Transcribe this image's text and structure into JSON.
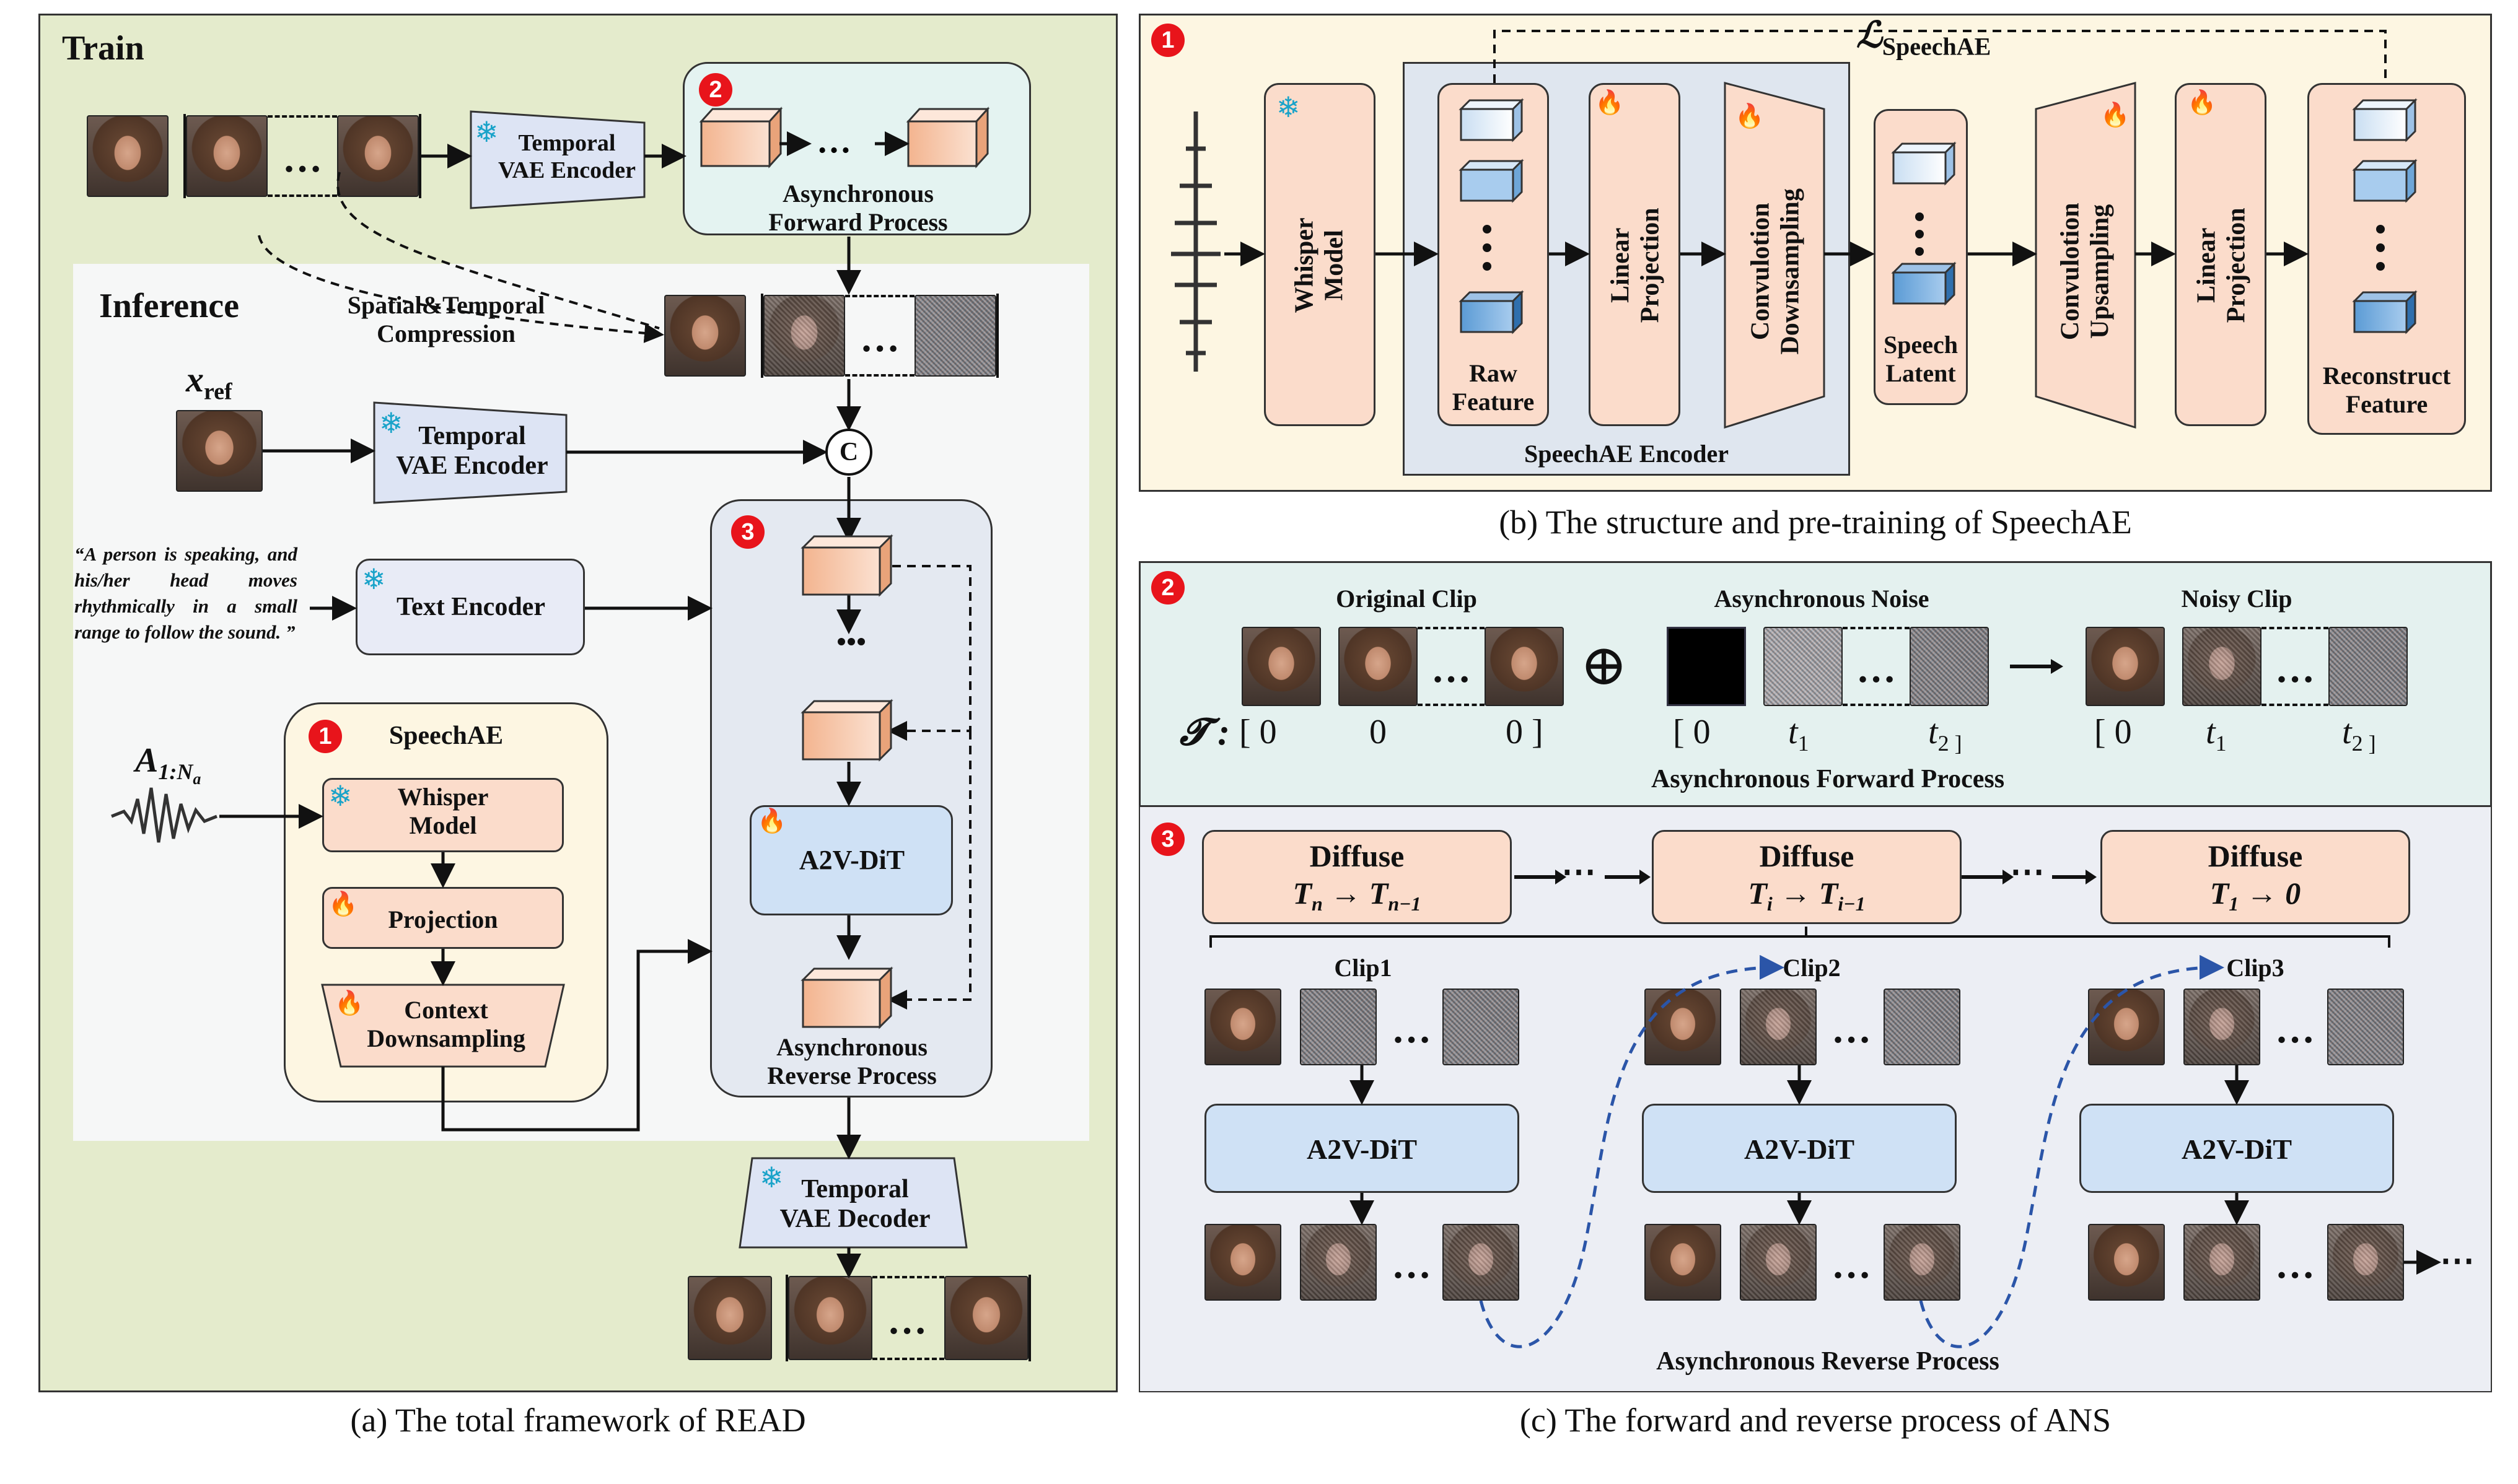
{
  "colors": {
    "panel_a_bg": "#e4ebcc",
    "panel_b_bg": "#fdf6e2",
    "panel_c_bg": "#e4f1ef",
    "panel_c3_bg": "#eceef4",
    "inference_bg": "#f6f7f7",
    "badge_red": "#e8141b",
    "snow_cyan": "#1aa3c9",
    "fire_red": "#e8321a"
  },
  "icons": {
    "badge": "circled-number-icon",
    "frozen": "snowflake-icon",
    "trainable": "fire-icon"
  },
  "panel_a": {
    "train_title": "Train",
    "inference_title": "Inference",
    "temporal_vae_encoder_1": "Temporal\nVAE Encoder",
    "temporal_vae_encoder_2": "Temporal\nVAE Encoder",
    "temporal_vae_decoder": "Temporal\nVAE Decoder",
    "async_forward": "Asynchronous\nForward Process",
    "async_reverse": "Asynchronous\nReverse Process",
    "compression": "Spatial&Temporal\nCompression",
    "x_ref": "x",
    "x_ref_sub": "ref",
    "concat": "C",
    "prompt": "“A person is speaking, and his/her head moves rhythmically in a small range to follow the sound. ”",
    "text_encoder": "Text Encoder",
    "audio_label": "A",
    "audio_sub": "1:N",
    "audio_subsub": "a",
    "speechae": "SpeechAE",
    "whisper": "Whisper\nModel",
    "projection": "Projection",
    "context_down": "Context\nDownsampling",
    "a2v_dit": "A2V-DiT",
    "badge_1": "1",
    "badge_2": "2",
    "badge_3": "3",
    "caption": "(a) The total framework of READ"
  },
  "panel_b": {
    "badge": "1",
    "loss": "ℒ",
    "loss_sub": "SpeechAE",
    "whisper": "Whisper\nModel",
    "raw_feature": "Raw\nFeature",
    "linear_projection_1": "Linear\nProjection",
    "conv_down": "Convulotion\nDownsampling",
    "speech_latent": "Speech\nLatent",
    "conv_up": "Convulotion\nUpsampling",
    "linear_projection_2": "Linear\nProjection",
    "reconstruct": "Reconstruct\nFeature",
    "encoder_label": "SpeechAE Encoder",
    "caption": "(b) The structure and pre-training of SpeechAE"
  },
  "panel_c": {
    "badge_2": "2",
    "badge_3": "3",
    "original_clip": "Original Clip",
    "async_noise": "Asynchronous Noise",
    "noisy_clip": "Noisy Clip",
    "oplus": "⊕",
    "tau": "𝓣 :",
    "t_orig": [
      "[ 0",
      "0",
      "0 ]"
    ],
    "t_noise": [
      "[ 0",
      "t",
      "t"
    ],
    "t_noise_subs": [
      "",
      "1",
      "2 ]"
    ],
    "t_noisy": [
      "[ 0",
      "t",
      "t"
    ],
    "t_noisy_subs": [
      "",
      "1",
      "2 ]"
    ],
    "forward_label": "Asynchronous Forward Process",
    "diffuse": [
      "Diffuse",
      "Diffuse",
      "Diffuse"
    ],
    "diffuse_sub": [
      "T",
      "T",
      "T"
    ],
    "diffuse_idx": [
      "n",
      "i",
      "1"
    ],
    "diffuse_target": [
      "→ T",
      "→ T",
      "→ 0"
    ],
    "diffuse_target_idx": [
      "n−1",
      "i−1",
      ""
    ],
    "ellipsis": "⋯",
    "clips": [
      "Clip1",
      "Clip2",
      "Clip3"
    ],
    "a2v_dit": [
      "A2V-DiT",
      "A2V-DiT",
      "A2V-DiT"
    ],
    "reverse_label": "Asynchronous Reverse Process",
    "caption": "(c) The forward and reverse process of ANS"
  }
}
